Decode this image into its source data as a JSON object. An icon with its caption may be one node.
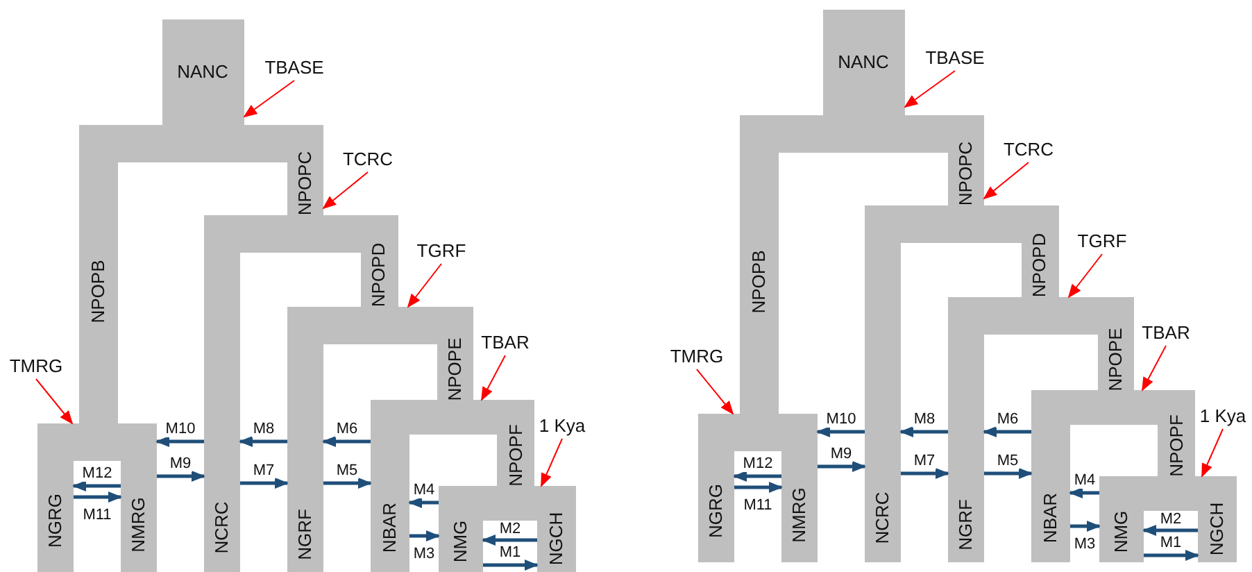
{
  "diagram": {
    "nodes": [
      {
        "text": [
          "NANC"
        ]
      },
      {
        "text": [
          "TBASE"
        ]
      },
      {
        "text": [
          "NPOPB"
        ]
      },
      {
        "text": [
          "NPOPC"
        ]
      },
      {
        "text": [
          "TCRC"
        ]
      },
      {
        "text": [
          "NCRC"
        ]
      },
      {
        "text": [
          "NPOPD"
        ]
      },
      {
        "text": [
          "TGRF"
        ]
      },
      {
        "text": [
          "NGRF"
        ]
      },
      {
        "text": [
          "NPOPE"
        ]
      },
      {
        "text": [
          "TBAR"
        ]
      },
      {
        "text": [
          "TMRG"
        ]
      },
      {
        "text": [
          "NPOPF"
        ]
      },
      {
        "text": [
          "1 Kya"
        ]
      },
      {
        "text": [
          "NGRG"
        ]
      },
      {
        "text": [
          "NMRG"
        ]
      },
      {
        "text": [
          "NBAR"
        ]
      },
      {
        "text": [
          "NMG"
        ]
      },
      {
        "text": [
          "NGCH"
        ]
      },
      {
        "text": [
          "NANC"
        ]
      },
      {
        "text": [
          "TBASE"
        ]
      },
      {
        "text": [
          "NPOPB"
        ]
      },
      {
        "text": [
          "NPOPC"
        ]
      },
      {
        "text": [
          "TCRC"
        ]
      },
      {
        "text": [
          "NCRC"
        ]
      },
      {
        "text": [
          "NPOPD"
        ]
      },
      {
        "text": [
          "TGRF"
        ]
      },
      {
        "text": [
          "NGRF"
        ]
      },
      {
        "text": [
          "NPOPE"
        ]
      },
      {
        "text": [
          "TBAR"
        ]
      },
      {
        "text": [
          "TMRG"
        ]
      },
      {
        "text": [
          "NPOPF"
        ]
      },
      {
        "text": [
          "1 Kya"
        ]
      },
      {
        "text": [
          "NGRG"
        ]
      },
      {
        "text": [
          "NMRG"
        ]
      },
      {
        "text": [
          "NBAR"
        ]
      },
      {
        "text": [
          "NMG"
        ]
      },
      {
        "text": [
          "NGCH"
        ]
      }
    ],
    "edges": [
      {
        "from": 5,
        "to": 15,
        "arrow": "to",
        "label": "M10"
      },
      {
        "from": 8,
        "to": 5,
        "arrow": "to",
        "label": "M8"
      },
      {
        "from": 16,
        "to": 8,
        "arrow": "to",
        "label": "M6"
      },
      {
        "from": 15,
        "to": 14,
        "arrow": "to",
        "label": "M12"
      },
      {
        "from": 15,
        "to": 5,
        "arrow": "to",
        "label": "M9"
      },
      {
        "from": 5,
        "to": 8,
        "arrow": "to",
        "label": "M7"
      },
      {
        "from": 8,
        "to": 16,
        "arrow": "to",
        "label": "M5"
      },
      {
        "from": 17,
        "to": 16,
        "arrow": "to",
        "label": "M4"
      },
      {
        "from": 14,
        "to": 15,
        "arrow": "to",
        "label": "M11"
      },
      {
        "from": 18,
        "to": 17,
        "arrow": "to",
        "label": "M2"
      },
      {
        "from": 16,
        "to": 17,
        "arrow": "to",
        "label": "M3"
      },
      {
        "from": 17,
        "to": 18,
        "arrow": "to",
        "label": "M1"
      },
      {
        "from": 1,
        "to": 0,
        "arrow": "to",
        "color": "#ff0000"
      },
      {
        "from": 4,
        "to": 3,
        "arrow": "to",
        "color": "#ff0000"
      },
      {
        "from": 7,
        "to": 9,
        "arrow": "to",
        "color": "#ff0000"
      },
      {
        "from": 10,
        "to": 12,
        "arrow": "to",
        "color": "#ff0000"
      },
      {
        "from": 11,
        "to": 14,
        "arrow": "to",
        "color": "#ff0000"
      },
      {
        "from": 13,
        "to": 18,
        "arrow": "to",
        "color": "#ff0000"
      },
      {
        "from": 24,
        "to": 34,
        "arrow": "to",
        "label": "M10"
      },
      {
        "from": 27,
        "to": 24,
        "arrow": "to",
        "label": "M8"
      },
      {
        "from": 35,
        "to": 27,
        "arrow": "to",
        "label": "M6"
      },
      {
        "from": 34,
        "to": 33,
        "arrow": "to",
        "label": "M12"
      },
      {
        "from": 34,
        "to": 24,
        "arrow": "to",
        "label": "M9"
      },
      {
        "from": 24,
        "to": 27,
        "arrow": "to",
        "label": "M7"
      },
      {
        "from": 27,
        "to": 35,
        "arrow": "to",
        "label": "M5"
      },
      {
        "from": 36,
        "to": 35,
        "arrow": "to",
        "label": "M4"
      },
      {
        "from": 33,
        "to": 34,
        "arrow": "to",
        "label": "M11"
      },
      {
        "from": 37,
        "to": 36,
        "arrow": "to",
        "label": "M2"
      },
      {
        "from": 35,
        "to": 36,
        "arrow": "to",
        "label": "M3"
      },
      {
        "from": 36,
        "to": 37,
        "arrow": "to",
        "label": "M1"
      },
      {
        "from": 20,
        "to": 19,
        "arrow": "to",
        "color": "#ff0000"
      },
      {
        "from": 23,
        "to": 22,
        "arrow": "to",
        "color": "#ff0000"
      },
      {
        "from": 26,
        "to": 28,
        "arrow": "to",
        "color": "#ff0000"
      },
      {
        "from": 29,
        "to": 31,
        "arrow": "to",
        "color": "#ff0000"
      },
      {
        "from": 30,
        "to": 33,
        "arrow": "to",
        "color": "#ff0000"
      },
      {
        "from": 32,
        "to": 37,
        "arrow": "to",
        "color": "#ff0000"
      }
    ]
  }
}
